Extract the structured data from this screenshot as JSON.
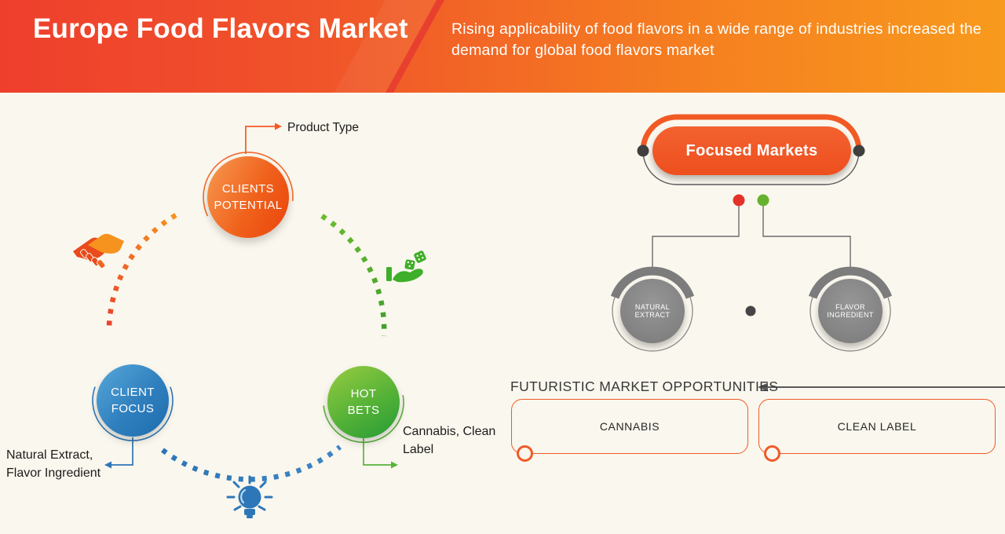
{
  "header": {
    "title": "Europe Food Flavors Market",
    "subtitle": "Rising applicability of food flavors in a wide range of industries increased the demand for global food flavors market"
  },
  "left_diagram": {
    "circles": [
      {
        "id": "clients-potential",
        "line1": "CLIENTS",
        "line2": "POTENTIAL",
        "color": "#ee5a17"
      },
      {
        "id": "client-focus",
        "line1": "CLIENT",
        "line2": "FOCUS",
        "color": "#2e75b6"
      },
      {
        "id": "hot-bets",
        "line1": "HOT",
        "line2": "BETS",
        "color": "#4fae2b"
      }
    ],
    "annotations": {
      "product_type": "Product Type",
      "client_focus_note_line1": "Natural Extract,",
      "client_focus_note_line2": "Flavor Ingredient",
      "hot_bets_note_line1": "Cannabis, Clean",
      "hot_bets_note_line2": "Label"
    },
    "icons": [
      "handshake-icon",
      "dice-hand-icon",
      "lightbulb-icon"
    ]
  },
  "right_diagram": {
    "focused_markets_label": "Focused Markets",
    "nodes": [
      {
        "label": "NATURAL EXTRACT",
        "dot_color": "#e53229"
      },
      {
        "label": "FLAVOR INGREDIENT",
        "dot_color": "#66b22e"
      }
    ],
    "opportunities": {
      "heading": "FUTURISTIC MARKET OPPORTUNITIES",
      "boxes": [
        {
          "label": "CANNABIS"
        },
        {
          "label": "CLEAN LABEL"
        }
      ]
    }
  },
  "colors": {
    "header_gradient_start": "#ee3f2d",
    "header_gradient_end": "#f89a1d",
    "accent_orange": "#f15a24",
    "accent_blue": "#2e75b6",
    "accent_green": "#4fae2b",
    "gray_node": "#7c7c7c",
    "background": "#faf7ee",
    "text_dark": "#1b1b1b"
  }
}
